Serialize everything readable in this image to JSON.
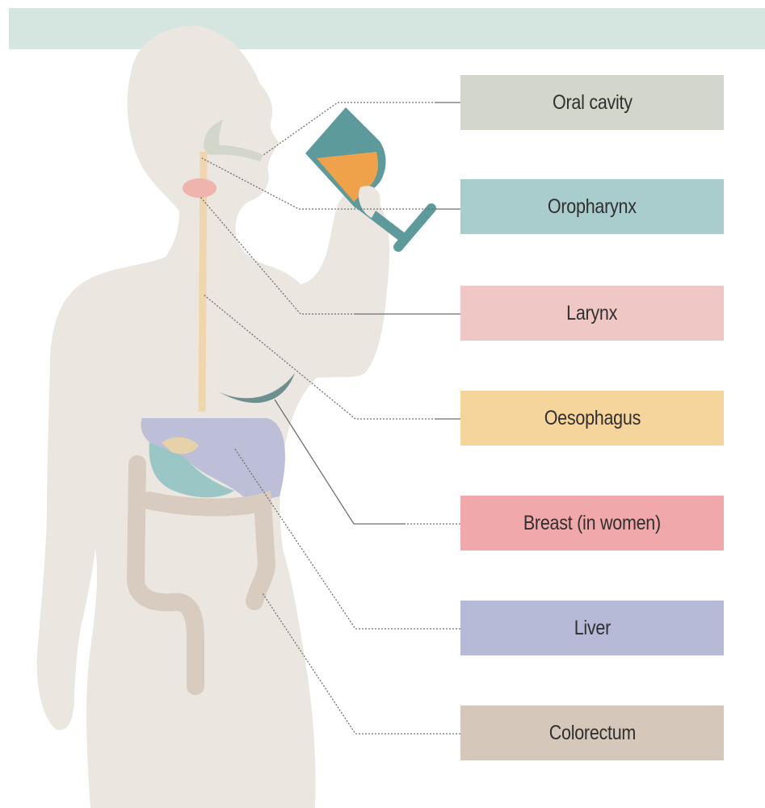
{
  "labels": [
    {
      "text": "Oral cavity",
      "color": "#d3d6cb"
    },
    {
      "text": "Oropharynx",
      "color": "#a9cccd"
    },
    {
      "text": "Larynx",
      "color": "#efc8c6"
    },
    {
      "text": "Oesophagus",
      "color": "#f5d59b"
    },
    {
      "text": "Breast (in women)",
      "color": "#f0a8ab"
    },
    {
      "text": "Liver",
      "color": "#b6bad6"
    },
    {
      "text": "Colorectum",
      "color": "#d5c7b9"
    }
  ],
  "colors": {
    "top_band": "#d4e6df",
    "body_silhouette": "#ebe6df",
    "glass": "#5c9a9b",
    "wine": "#f0a24b",
    "leader_line": "#6f6f6f"
  },
  "icons": {
    "figure": "human-silhouette-drinking-icon",
    "glass": "wine-glass-icon"
  }
}
